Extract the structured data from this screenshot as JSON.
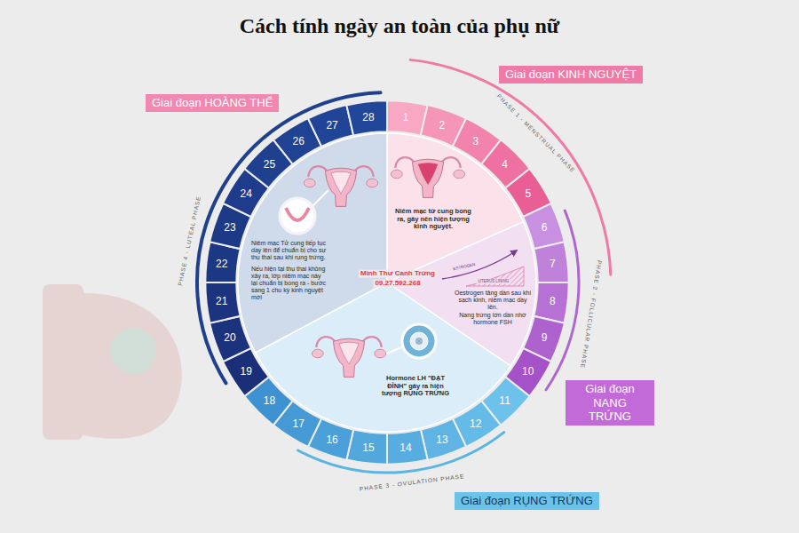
{
  "diagram": {
    "title": "Cách tính ngày an toàn của phụ nữ",
    "nodes": [
      {
        "text": [
          "Giai đoạn KINH NGUYỆT"
        ]
      },
      {
        "text": [
          "Giai đoạn HOÀNG THỂ"
        ]
      },
      {
        "text": [
          "1"
        ]
      },
      {
        "text": [
          "2"
        ]
      },
      {
        "text": [
          "3"
        ]
      },
      {
        "text": [
          "4"
        ]
      },
      {
        "text": [
          "5"
        ]
      },
      {
        "text": [
          "6"
        ]
      },
      {
        "text": [
          "7"
        ]
      },
      {
        "text": [
          "8"
        ]
      },
      {
        "text": [
          "9"
        ]
      },
      {
        "text": [
          "10"
        ]
      },
      {
        "text": [
          "11"
        ]
      },
      {
        "text": [
          "12"
        ]
      },
      {
        "text": [
          "13"
        ]
      },
      {
        "text": [
          "14"
        ]
      },
      {
        "text": [
          "15"
        ]
      },
      {
        "text": [
          "16"
        ]
      },
      {
        "text": [
          "17"
        ]
      },
      {
        "text": [
          "18"
        ]
      },
      {
        "text": [
          "19"
        ]
      },
      {
        "text": [
          "20"
        ]
      },
      {
        "text": [
          "21"
        ]
      },
      {
        "text": [
          "22"
        ]
      },
      {
        "text": [
          "23"
        ]
      },
      {
        "text": [
          "24"
        ]
      },
      {
        "text": [
          "25"
        ]
      },
      {
        "text": [
          "26"
        ]
      },
      {
        "text": [
          "27"
        ]
      },
      {
        "text": [
          "28"
        ]
      },
      {
        "text": [
          "Niêm mạc tử cung bong ra, gây nên hiện tượng kinh nguyệt."
        ]
      },
      {
        "text": [
          "Oestrogen tăng dần sau khi sạch kinh, niêm mạc dầy lên.",
          "Nang trứng lớn dần nhờ hormone FSH"
        ]
      },
      {
        "text": [
          "Hormone LH \"ĐẠT ĐỈNH\" gây ra hiện tượng RỤNG TRỨNG"
        ]
      },
      {
        "text": [
          "Niêm mạc Tử cung tiếp tục dầy lên để chuẩn bị cho sự thụ thai sau khi rụng trứng.",
          "Nếu hiện tại thụ thai không xảy ra, lớp niêm mạc này lại chuẩn bị bong ra - bước sang 1 chu kỳ kinh nguyệt mới"
        ]
      },
      {
        "text": [
          "Giai đoạn NANG TRỨNG"
        ]
      },
      {
        "text": [
          "Giai đoạn RỤNG TRỨNG"
        ]
      }
    ],
    "labels": [
      "PHASE 1 - MENSTRUAL PHASE",
      "PHASE 2 - FOLLICULAR PHASE",
      "PHASE 3 - OVULATION PHASE",
      "PHASE 4 - LUTEAL PHASE",
      "Minh Thư Canh Trứng",
      "09.27.592.268",
      "ESTROGEN",
      "UTERUS LINING"
    ]
  }
}
